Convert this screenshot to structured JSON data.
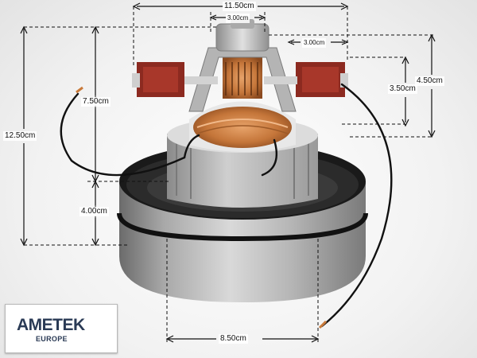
{
  "dimensions": {
    "top_width": "11.50cm",
    "top_inner": "3.00cm",
    "right_inner": "3.00cm",
    "total_height": "12.50cm",
    "upper_height": "7.50cm",
    "lower_height": "4.00cm",
    "bracket_height": "3.50cm",
    "right_height": "4.50cm",
    "base_width": "8.50cm"
  },
  "logo": {
    "brand": "AMETEK",
    "region": "EUROPE"
  }
}
